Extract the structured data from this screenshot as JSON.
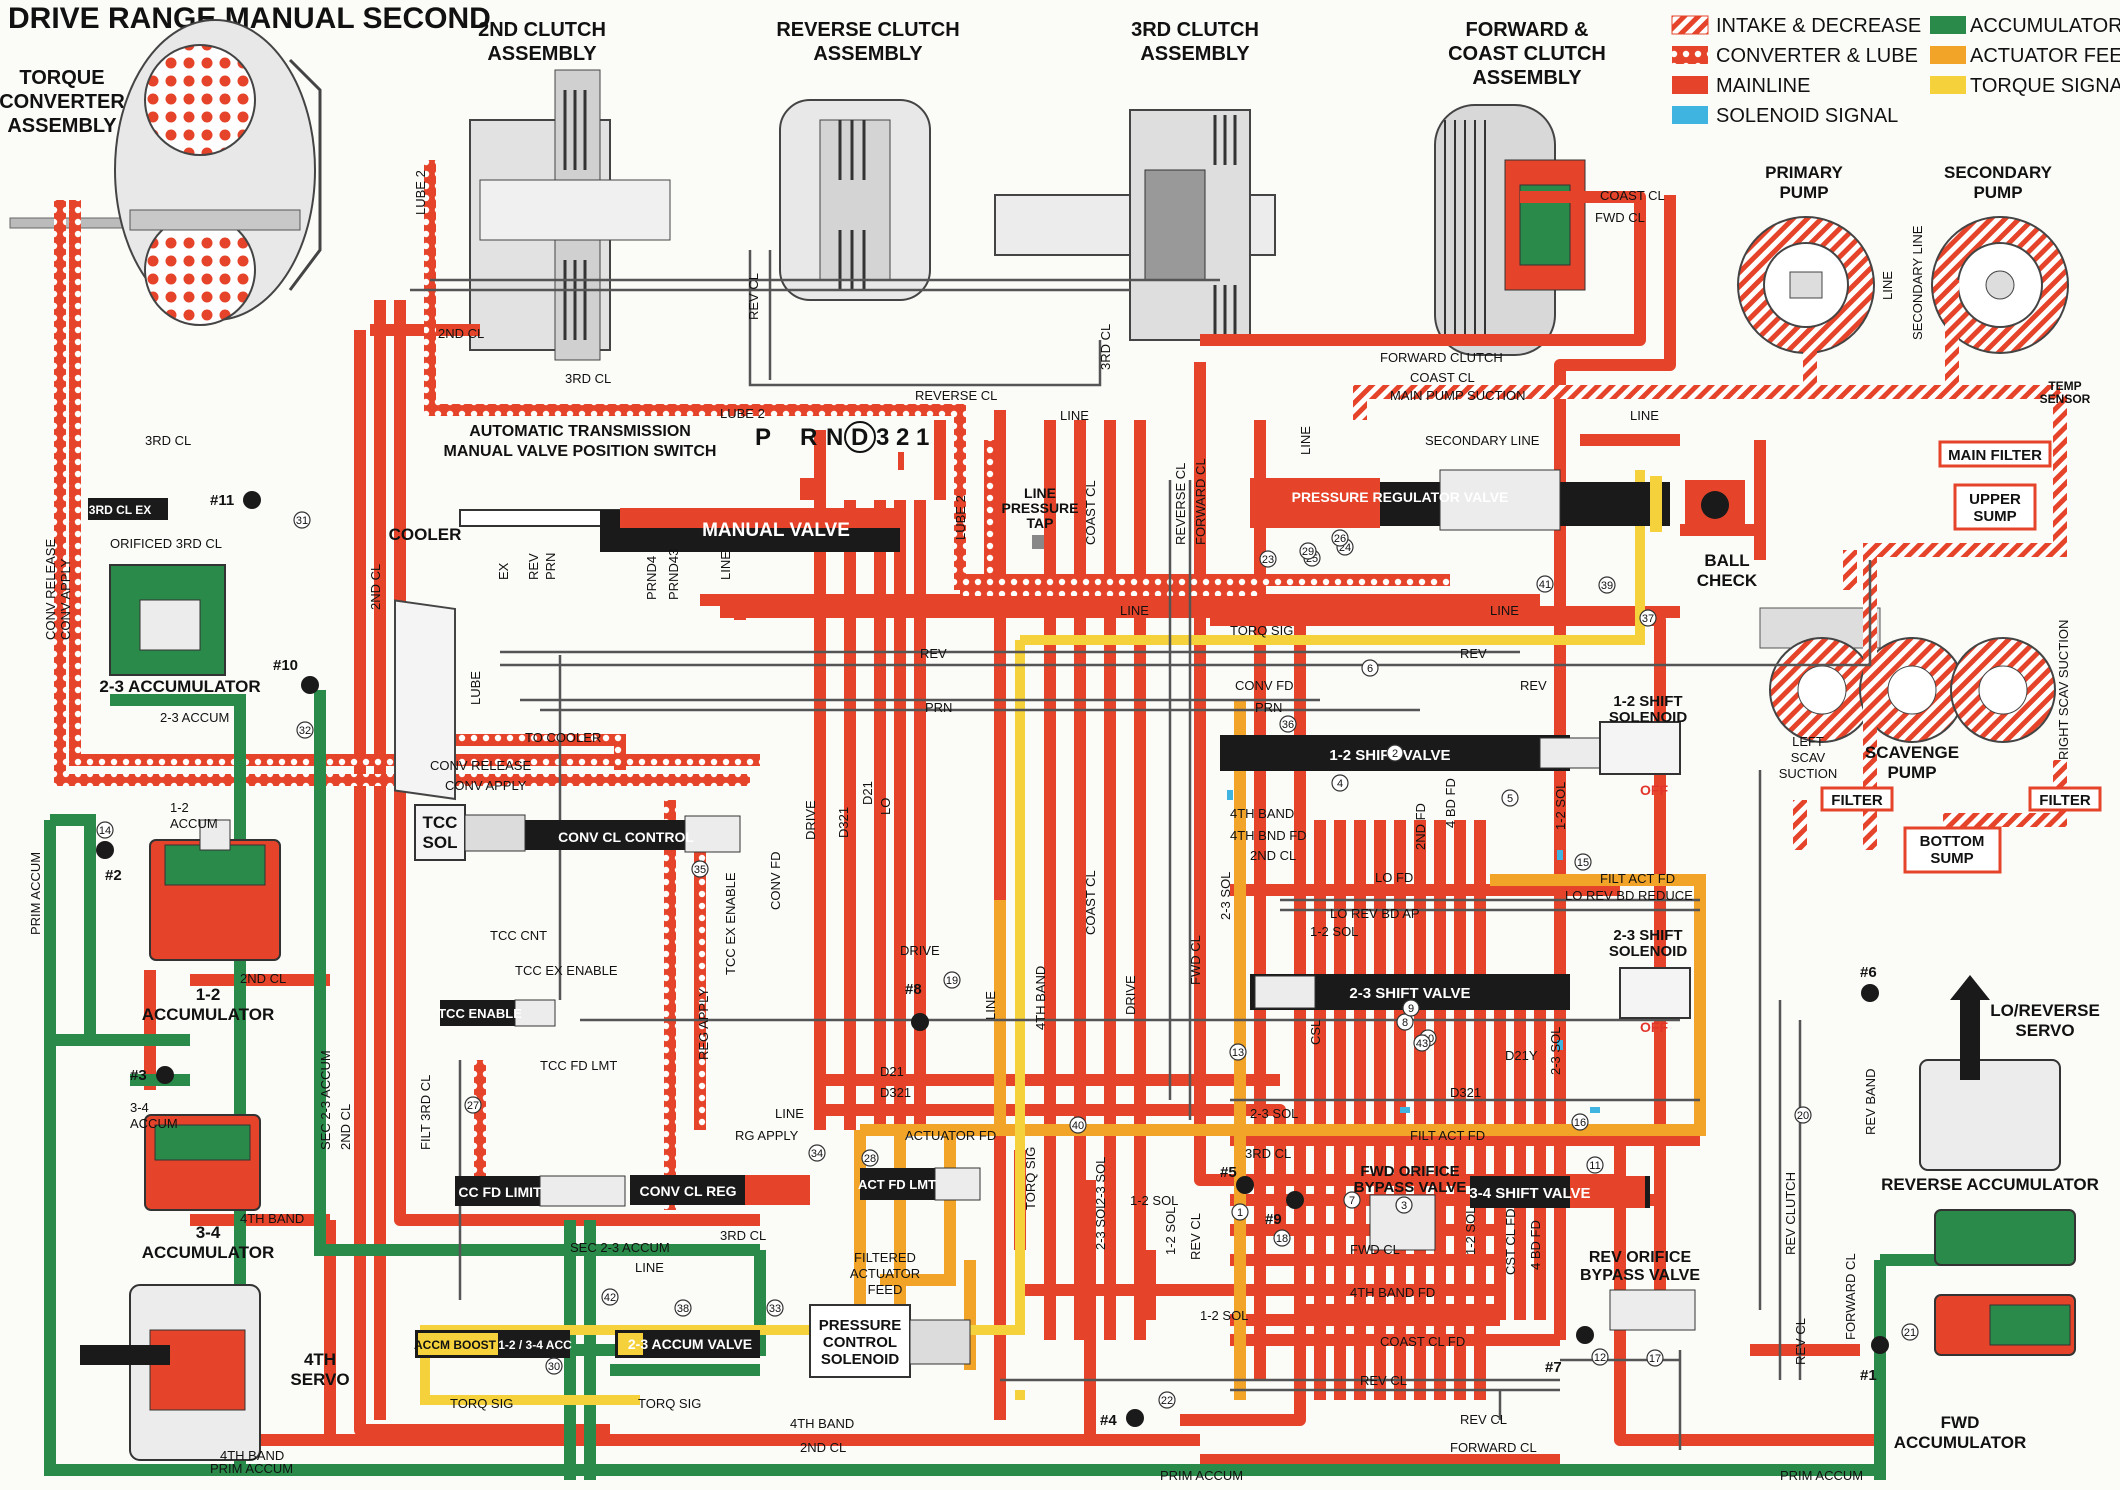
{
  "title": "DRIVE RANGE MANUAL SECOND",
  "colors": {
    "mainline": "#e6442a",
    "accumulator": "#2a8a4a",
    "actuator_feed": "#f2a428",
    "torque_signal": "#f5d23c",
    "solenoid_signal": "#3fb4e0",
    "intake": "#e6442a",
    "exhaust_line": "#555555",
    "valve_body": "#1a1a1a"
  },
  "legend": [
    {
      "label": "INTAKE & DECREASE",
      "pattern": "hatch"
    },
    {
      "label": "CONVERTER & LUBE",
      "pattern": "dots"
    },
    {
      "label": "MAINLINE",
      "pattern": "mainline"
    },
    {
      "label": "SOLENOID SIGNAL",
      "pattern": "solenoid"
    },
    {
      "label": "ACCUMULATOR",
      "pattern": "accumulator"
    },
    {
      "label": "ACTUATOR FEED",
      "pattern": "actuator"
    },
    {
      "label": "TORQUE SIGNAL",
      "pattern": "torque"
    }
  ],
  "assemblies": {
    "torque_converter": [
      "TORQUE",
      "CONVERTER",
      "ASSEMBLY"
    ],
    "second_clutch": [
      "2ND CLUTCH",
      "ASSEMBLY"
    ],
    "reverse_clutch": [
      "REVERSE CLUTCH",
      "ASSEMBLY"
    ],
    "third_clutch": [
      "3RD CLUTCH",
      "ASSEMBLY"
    ],
    "forward_coast": [
      "FORWARD &",
      "COAST CLUTCH",
      "ASSEMBLY"
    ],
    "primary_pump": [
      "PRIMARY",
      "PUMP"
    ],
    "secondary_pump": [
      "SECONDARY",
      "PUMP"
    ]
  },
  "switch": {
    "title_lines": [
      "AUTOMATIC TRANSMISSION",
      "MANUAL VALVE POSITION SWITCH"
    ],
    "positions": [
      "P",
      "R",
      "N",
      "D",
      "3",
      "2",
      "1"
    ]
  },
  "valves": {
    "manual": "MANUAL VALVE",
    "pressure_regulator": "PRESSURE REGULATOR VALVE",
    "shift_1_2": "1-2 SHIFT VALVE",
    "shift_2_3": "2-3 SHIFT VALVE",
    "shift_3_4": "3-4 SHIFT VALVE",
    "conv_cl_control": "CONV CL CONTROL",
    "tcc_enable": "TCC ENABLE",
    "cc_fd_limit": "CC FD LIMIT",
    "conv_cl_reg": "CONV CL REG",
    "act_fd_lmt": "ACT FD LMT",
    "accm_boost": "ACCM BOOST",
    "acc_1234": "1-2 / 3-4 ACC",
    "accum_23_valve": "2-3 ACCUM VALVE",
    "third_cl_ex": "3RD CL EX"
  },
  "components": {
    "cooler": "COOLER",
    "tcc_sol": [
      "TCC",
      "SOL"
    ],
    "line_pressure_tap": [
      "LINE",
      "PRESSURE",
      "TAP"
    ],
    "ball_check": [
      "BALL",
      "CHECK"
    ],
    "temp_sensor": [
      "TEMP",
      "SENSOR"
    ],
    "main_filter": "MAIN FILTER",
    "upper_sump": [
      "UPPER",
      "SUMP"
    ],
    "bottom_sump": [
      "BOTTOM",
      "SUMP"
    ],
    "scavenge_pump": [
      "SCAVENGE",
      "PUMP"
    ],
    "left_scav_suction": [
      "LEFT",
      "SCAV",
      "SUCTION"
    ],
    "right_scav_suction": "RIGHT SCAV SUCTION",
    "filter": "FILTER",
    "sol_1_2": [
      "1-2 SHIFT",
      "SOLENOID"
    ],
    "sol_2_3": [
      "2-3 SHIFT",
      "SOLENOID"
    ],
    "sol_state": "OFF",
    "pcs": [
      "PRESSURE",
      "CONTROL",
      "SOLENOID"
    ],
    "filtered_act_feed": [
      "FILTERED",
      "ACTUATOR",
      "FEED"
    ],
    "fwd_orifice": [
      "FWD ORIFICE",
      "BYPASS VALVE"
    ],
    "rev_orifice": [
      "REV ORIFICE",
      "BYPASS VALVE"
    ],
    "accum_23": "2-3 ACCUMULATOR",
    "accum_12": [
      "1-2",
      "ACCUMULATOR"
    ],
    "accum_34": [
      "3-4",
      "ACCUMULATOR"
    ],
    "servo_4th": [
      "4TH",
      "SERVO"
    ],
    "lo_rev_servo": [
      "LO/REVERSE",
      "SERVO"
    ],
    "reverse_accumulator": "REVERSE ACCUMULATOR",
    "fwd_accumulator": [
      "FWD",
      "ACCUMULATOR"
    ],
    "accum_12_inner": [
      "1-2",
      "ACCUM"
    ],
    "accum_34_inner": [
      "3-4",
      "ACCUM"
    ]
  },
  "checkballs": [
    "#1",
    "#2",
    "#3",
    "#4",
    "#5",
    "#6",
    "#7",
    "#8",
    "#9",
    "#10",
    "#11"
  ],
  "circle_numbers": [
    "1",
    "2",
    "3",
    "4",
    "5",
    "6",
    "7",
    "8",
    "9",
    "10",
    "11",
    "12",
    "13",
    "14",
    "15",
    "16",
    "17",
    "18",
    "19",
    "20",
    "21",
    "22",
    "23",
    "24",
    "25",
    "26",
    "27",
    "28",
    "29",
    "30",
    "31",
    "32",
    "33",
    "34",
    "35",
    "36",
    "37",
    "38",
    "39",
    "40",
    "41",
    "42",
    "43"
  ],
  "line_labels": {
    "horizontal": [
      "3RD CL",
      "ORIFICED 3RD CL",
      "2-3 ACCUM",
      "2ND CL",
      "4TH BAND",
      "PRIM ACCUM",
      "LUBE 2",
      "REVERSE CL",
      "FORWARD CLUTCH",
      "COAST CL",
      "MAIN PUMP SUCTION",
      "SECONDARY LINE",
      "LINE",
      "TORQ SIG",
      "REV",
      "PRN",
      "CONV FD",
      "TO COOLER",
      "CONV RELEASE",
      "CONV APPLY",
      "TCC CNT",
      "TCC EX ENABLE",
      "TCC FD LMT",
      "RG APPLY",
      "ACTUATOR FD",
      "SEC 2-3 ACCUM",
      "4TH BAND FD",
      "1-2 SOL",
      "4TH BND FD",
      "LO FD",
      "LO REV BD AP",
      "LO REV BD REDUCE",
      "FILT ACT FD",
      "D21",
      "D321",
      "DRIVE",
      "D21Y",
      "2-3 SOL",
      "FWD CL",
      "COAST CL FD",
      "REV CL",
      "FORWARD CL",
      "COAST CL",
      "FWD CL"
    ],
    "vertical": [
      "REV CL",
      "3RD CL",
      "LUBE 2",
      "CONV RELEASE",
      "CONV APPLY",
      "2ND CL",
      "LINE",
      "REVERSE CL",
      "FORWARD CL",
      "COAST CL",
      "DRIVE",
      "D321",
      "D21",
      "LO",
      "PRND4",
      "PRND43",
      "EX",
      "REV",
      "PRN",
      "LUBE",
      "CONV FD",
      "TCC EX ENABLE",
      "REG APPLY",
      "FILT 3RD CL",
      "SEC 2-3 ACCUM",
      "4TH BAND",
      "2-3 SOL",
      "FWD CL",
      "CSL",
      "CST CL FD",
      "4 BD FD",
      "1-2 SOL",
      "REV BAND",
      "REV CLUTCH",
      "FORWARD CL",
      "REV CL",
      "TORQ SIG",
      "SECONDARY LINE",
      "PRIM ACCUM",
      "2ND FD",
      "4 BD FD"
    ]
  }
}
